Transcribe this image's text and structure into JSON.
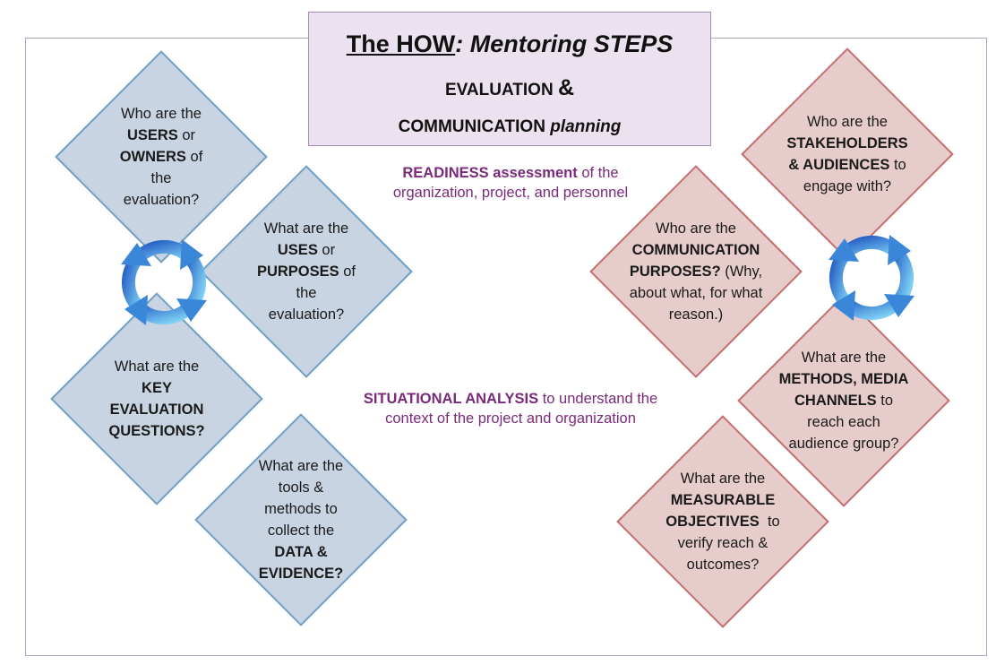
{
  "title": {
    "how": "The HOW",
    "colon": ":",
    "steps": " Mentoring STEPS",
    "line2_text": "EVALUATION ",
    "line2_amp": "&",
    "line3_text": "COMMUNICATION ",
    "line3_italic": "planning"
  },
  "readiness": {
    "bold": "READINESS assessment",
    "rest": " of the",
    "line2": "organization, project, and personnel"
  },
  "situational": {
    "bold": "SITUATIONAL ANALYSIS",
    "rest": " to understand the",
    "line2": "context of the project and organization"
  },
  "evaluation_steps": [
    {
      "lines": [
        {
          "t": "Who are the",
          "b": false
        },
        {
          "t": "USERS",
          "b": true,
          "after": " or"
        },
        {
          "t": "OWNERS",
          "b": true,
          "after": " of"
        },
        {
          "t": "the",
          "b": false
        },
        {
          "t": "evaluation?",
          "b": false
        }
      ]
    },
    {
      "lines": [
        {
          "t": "What are the",
          "b": false
        },
        {
          "t": "USES",
          "b": true,
          "after": " or"
        },
        {
          "t": "PURPOSES",
          "b": true,
          "after": " of"
        },
        {
          "t": "the",
          "b": false
        },
        {
          "t": "evaluation?",
          "b": false
        }
      ]
    },
    {
      "lines": [
        {
          "t": "What are the",
          "b": false
        },
        {
          "t": "KEY",
          "b": true
        },
        {
          "t": "EVALUATION",
          "b": true
        },
        {
          "t": "QUESTIONS?",
          "b": true
        }
      ]
    },
    {
      "lines": [
        {
          "t": "What are the",
          "b": false
        },
        {
          "t": "tools &",
          "b": false
        },
        {
          "t": "methods to",
          "b": false
        },
        {
          "t": "collect the",
          "b": false
        },
        {
          "t": "DATA &",
          "b": true
        },
        {
          "t": "EVIDENCE?",
          "b": true
        }
      ]
    }
  ],
  "communication_steps": [
    {
      "lines": [
        {
          "t": "Who are the",
          "b": false
        },
        {
          "t": "STAKEHOLDERS",
          "b": true
        },
        {
          "t": "& AUDIENCES",
          "b": true,
          "after": " to"
        },
        {
          "t": "engage with?",
          "b": false
        }
      ]
    },
    {
      "lines": [
        {
          "t": "Who are the",
          "b": false
        },
        {
          "t": "COMMUNICATION",
          "b": true
        },
        {
          "t": "PURPOSES?",
          "b": true,
          "after": " (Why,"
        },
        {
          "t": "about what, for what",
          "b": false
        },
        {
          "t": "reason.)",
          "b": false
        }
      ]
    },
    {
      "lines": [
        {
          "t": "What are the",
          "b": false
        },
        {
          "t": "METHODS, MEDIA",
          "b": true
        },
        {
          "t": "CHANNELS",
          "b": true,
          "after": " to"
        },
        {
          "t": "reach each",
          "b": false
        },
        {
          "t": "audience group?",
          "b": false
        }
      ]
    },
    {
      "lines": [
        {
          "t": "What are the",
          "b": false
        },
        {
          "t": "MEASURABLE",
          "b": true
        },
        {
          "t": "OBJECTIVES",
          "b": true,
          "after": "  to"
        },
        {
          "t": "verify reach &",
          "b": false
        },
        {
          "t": "outcomes?",
          "b": false
        }
      ]
    }
  ],
  "colors": {
    "blue_fill": "#c8d4e2",
    "blue_border": "#6fa1c6",
    "red_fill": "#e6cdcc",
    "red_border": "#c36f72",
    "accent_purple": "#7a2a7a"
  }
}
